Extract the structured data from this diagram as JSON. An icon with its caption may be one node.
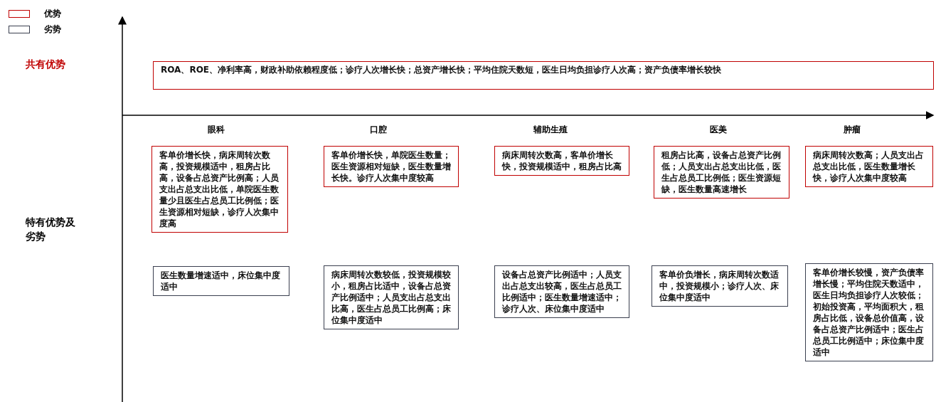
{
  "diagram": {
    "nodes": [
      {
        "text": [
          "ROA、ROE、净利率高，财政补助依赖程度低；诊疗人次增长快；总资产增长快；平均住院天数短，医生日均负担诊疗人次高；资产负债率增长较快"
        ]
      },
      {
        "text": [
          "客单价增长快，病床周转次数高，投资规模适中，租房占比高，设备占总资产比例高；人员支出占总支出比低，单院医生数量少且医生占总员工比例低；医生资源相对短缺，诊疗人次集中度高"
        ]
      },
      {
        "text": [
          "客单价增长快，单院医生数量；医生资源相对短缺，医生数量增长快。诊疗人次集中度较高"
        ]
      },
      {
        "text": [
          "病床周转次数高，客单价增长快，投资规模适中，租房占比高"
        ]
      },
      {
        "text": [
          "租房占比高，设备占总资产比例低；人员支出占总支出比低，医生占总员工比例低；医生资源短缺，医生数量高速增长"
        ]
      },
      {
        "text": [
          "病床周转次数高；人员支出占总支出比低，医生数量增长快，诊疗人次集中度较高"
        ]
      },
      {
        "text": [
          "医生数量增速适中，床位集中度适中"
        ]
      },
      {
        "text": [
          "病床周转次数较低，投资规模较小，租房占比适中，设备占总资产比例适中；人员支出占总支出比高，医生占总员工比例高；床位集中度适中"
        ]
      },
      {
        "text": [
          "设备占总资产比例适中；人员支出占总支出较高，医生占总员工比例适中；医生数量增速适中；诊疗人次、床位集中度适中"
        ]
      },
      {
        "text": [
          "客单价负增长，病床周转次数适中，投资规模小；诊疗人次、床位集中度适中"
        ]
      },
      {
        "text": [
          "客单价增长较慢，资产负债率增长慢；平均住院天数适中，医生日均负担诊疗人次较低；初始投资高，平均面积大，租房占比低，设备总价值高，设备占总资产比例适中；医生占总员工比例适中；床位集中度适中"
        ]
      }
    ],
    "labels": [
      "共有优势",
      "眼科",
      "口腔",
      "辅助生殖",
      "医美",
      "肿瘤",
      "特有优势及劣势"
    ],
    "legend": [
      {
        "text": "优势",
        "color": "#c00000"
      },
      {
        "text": "劣势",
        "color": "#3a3f4f"
      }
    ]
  }
}
